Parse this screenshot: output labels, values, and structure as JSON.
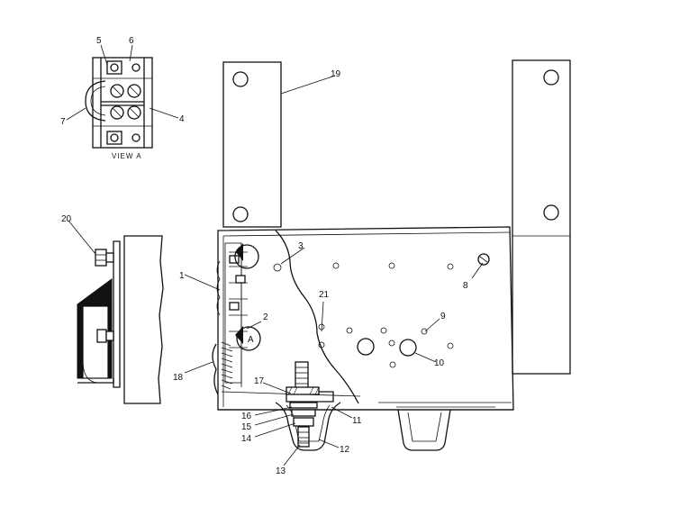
{
  "view_label": "VIEW  A",
  "section_letter": "A",
  "callouts": [
    "1",
    "2",
    "3",
    "4",
    "5",
    "6",
    "7",
    "8",
    "9",
    "10",
    "11",
    "12",
    "13",
    "14",
    "15",
    "16",
    "17",
    "18",
    "19",
    "20",
    "21"
  ]
}
